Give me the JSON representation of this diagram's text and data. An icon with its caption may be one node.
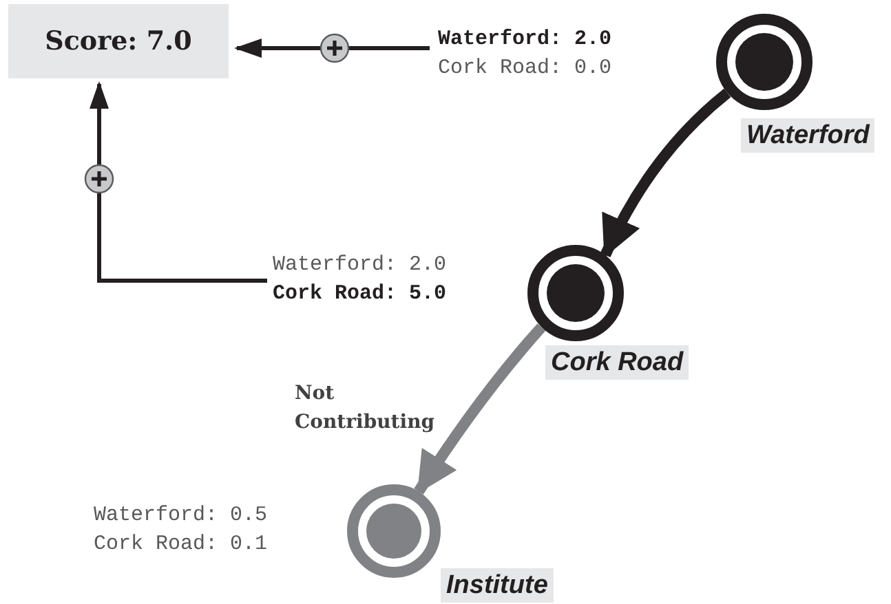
{
  "diagram": {
    "nodes": [
      {
        "text": [
          "Score: 7.0"
        ]
      },
      {
        "text": [
          "**Waterford: 2.0**",
          "Cork Road: 0.0"
        ]
      },
      {
        "text": [],
        "shape": "circle",
        "beside": [
          "Waterford"
        ]
      },
      {
        "text": [
          "Waterford: 2.0",
          "**Cork Road: 5.0**"
        ]
      },
      {
        "text": [],
        "shape": "circle",
        "beside": [
          "Cork Road"
        ]
      },
      {
        "text": [],
        "shape": "circle",
        "beside": [
          "Institute"
        ]
      }
    ],
    "edges": [
      {
        "from": 1,
        "to": 0,
        "arrow": "to"
      },
      {
        "from": 3,
        "to": 0,
        "arrow": "to"
      },
      {
        "from": 2,
        "to": 4,
        "arrow": "to",
        "style": "thick"
      },
      {
        "from": 4,
        "to": 5,
        "arrow": "to",
        "style": "thick",
        "color": "#808285",
        "label": "Not Contributing"
      }
    ],
    "labels": [
      "Waterford: 0.5",
      "Cork Road: 0.1"
    ]
  }
}
